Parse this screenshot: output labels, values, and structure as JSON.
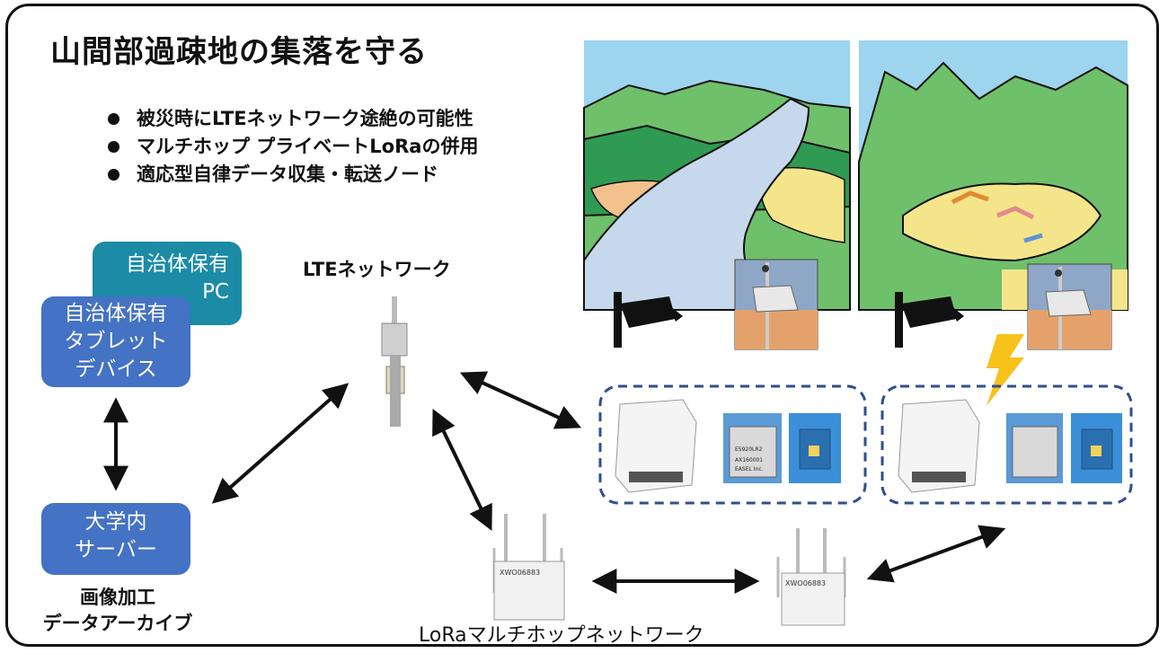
{
  "title": "山間部過疎地の集落を守る",
  "bullets": [
    "被災時にLTEネットワーク途絶の可能性",
    "マルチホップ プライベートLoRaの併用",
    "適応型自律データ収集・転送ノード"
  ],
  "boxes": {
    "pc": {
      "line1": "自治体保有",
      "line2": "PC"
    },
    "tablet": {
      "line1": "自治体保有",
      "line2": "タブレット",
      "line3": "デバイス"
    },
    "server": {
      "line1": "大学内",
      "line2": "サーバー"
    }
  },
  "labels": {
    "lte": "LTEネットワーク",
    "archive_line1": "画像加工",
    "archive_line2": "データアーカイブ",
    "lora": "LoRaマルチホップネットワーク"
  },
  "devices": {
    "gateway_label": "XWO06883",
    "module_text_1": "ES920LR2",
    "module_text_2": "AX160001",
    "module_text_3": "EASEL Inc."
  },
  "colors": {
    "box_blue": "#4472c4",
    "box_teal": "#1b8ba6",
    "sky": "#9dd4ee",
    "mountain": "#6fc06a",
    "lightning": "#f7c21a",
    "dashed_border": "#2f4f8f"
  }
}
